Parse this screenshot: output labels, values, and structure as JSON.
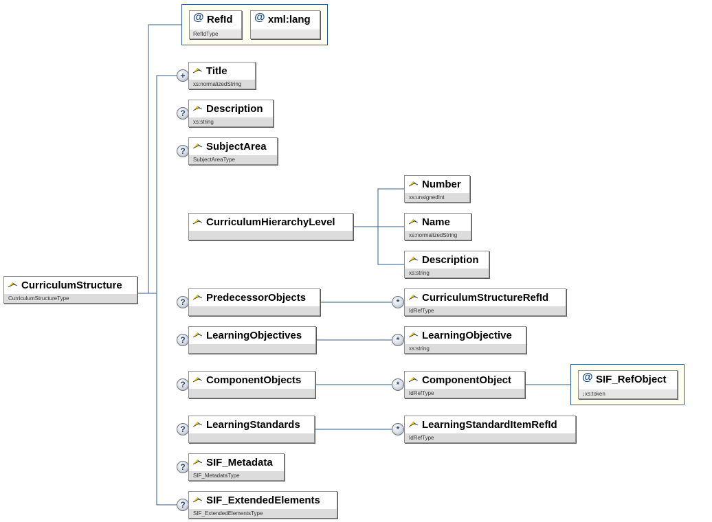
{
  "diagram": {
    "root": {
      "name": "CurriculumStructure",
      "type": "CurriculumStructureType"
    },
    "attributes": [
      {
        "name": "RefId",
        "type": "RefIdType"
      },
      {
        "name": "xml:lang",
        "type": ""
      }
    ],
    "elements": {
      "title": {
        "name": "Title",
        "type": "xs:normalizedString",
        "badge": "+"
      },
      "description": {
        "name": "Description",
        "type": "xs:string",
        "badge": "?"
      },
      "subject_area": {
        "name": "SubjectArea",
        "type": "SubjectAreaType",
        "badge": "?"
      },
      "hierarchy": {
        "name": "CurriculumHierarchyLevel",
        "type": ""
      },
      "number": {
        "name": "Number",
        "type": "xs:unsignedInt"
      },
      "hname": {
        "name": "Name",
        "type": "xs:normalizedString"
      },
      "hdesc": {
        "name": "Description",
        "type": "xs:string"
      },
      "predecessor": {
        "name": "PredecessorObjects",
        "type": "",
        "badge": "?"
      },
      "predecessor_child": {
        "name": "CurriculumStructureRefId",
        "type": "IdRefType",
        "badge": "*"
      },
      "objectives": {
        "name": "LearningObjectives",
        "type": "",
        "badge": "?"
      },
      "objectives_child": {
        "name": "LearningObjective",
        "type": "xs:string",
        "badge": "*"
      },
      "components": {
        "name": "ComponentObjects",
        "type": "",
        "badge": "?"
      },
      "components_child": {
        "name": "ComponentObject",
        "type": "IdRefType",
        "badge": "*"
      },
      "components_attr": {
        "name": "SIF_RefObject",
        "type": "↓xs:token"
      },
      "standards": {
        "name": "LearningStandards",
        "type": "",
        "badge": "?"
      },
      "standards_child": {
        "name": "LearningStandardItemRefId",
        "type": "IdRefType",
        "badge": "*"
      },
      "metadata": {
        "name": "SIF_Metadata",
        "type": "SIF_MetadataType",
        "badge": "?"
      },
      "extended": {
        "name": "SIF_ExtendedElements",
        "type": "SIF_ExtendedElementsType",
        "badge": "?"
      }
    },
    "colors": {
      "connector": "#2e5b8a",
      "attr_border": "#2e5b8a",
      "attr_bg": "#fffff0",
      "icon_yellow": "#f0c800",
      "icon_blue": "#1f4e8c"
    }
  }
}
